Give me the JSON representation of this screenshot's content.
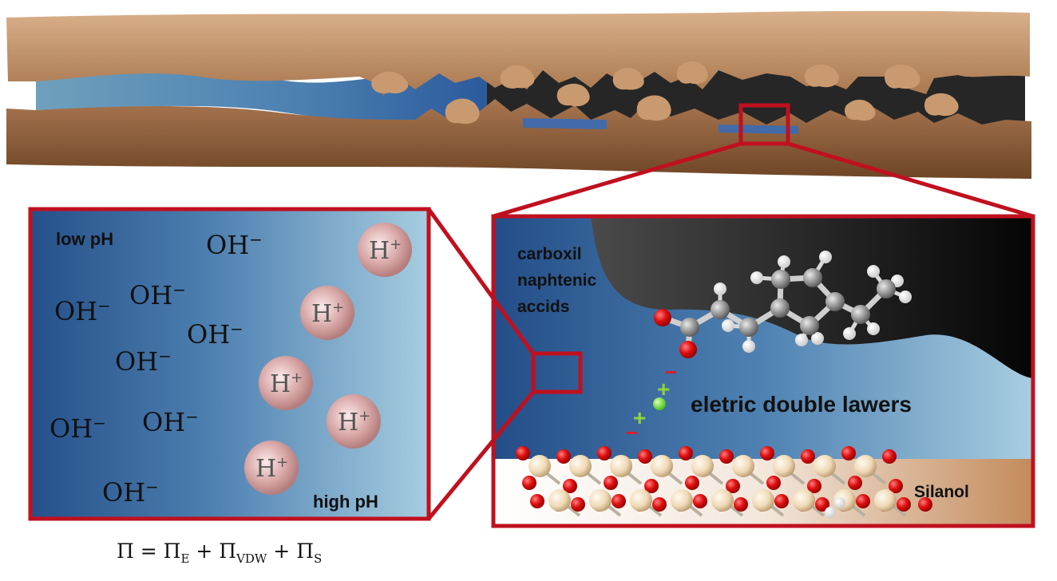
{
  "left_panel": {
    "low_ph_label": "low pH",
    "high_ph_label": "high pH",
    "hydroxide_label": "OH",
    "hydroxide_charge": "−",
    "proton_label": "H",
    "proton_charge": "+"
  },
  "right_panel": {
    "acid_label_lines": [
      "carboxil",
      "naphtenic",
      "accids"
    ],
    "layer_label": "eletric double lawers",
    "surface_label": "Silanol",
    "plus_sign": "+",
    "minus_sign": "−"
  },
  "equation": {
    "symbol": "Π",
    "equals": " = ",
    "plus": " + ",
    "sub_e": "E",
    "sub_vdw": "VDW",
    "sub_s": "S"
  },
  "colors": {
    "highlight_red": "#c0101f",
    "rock_brown": "#a8774e",
    "oil_black": "#2a2a2a",
    "water_blue": "#2c5a8e"
  }
}
